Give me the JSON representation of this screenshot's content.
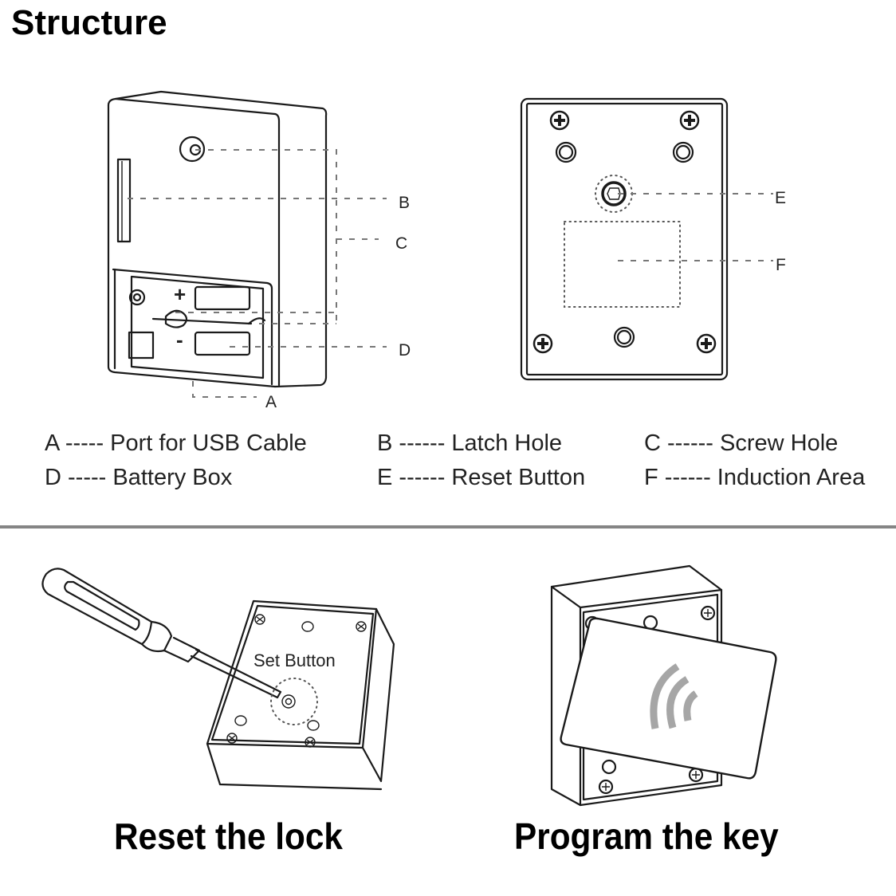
{
  "header": {
    "title": "Structure"
  },
  "front_view": {
    "callouts": [
      "B",
      "C",
      "D",
      "A"
    ],
    "polarity": {
      "plus": "+",
      "minus": "-"
    }
  },
  "back_view": {
    "callouts": [
      "E",
      "F"
    ]
  },
  "legend": {
    "items": [
      {
        "key": "A",
        "dashes": "-----",
        "text": "Port for USB Cable"
      },
      {
        "key": "B",
        "dashes": "------",
        "text": "Latch Hole"
      },
      {
        "key": "C",
        "dashes": "------",
        "text": "Screw Hole"
      },
      {
        "key": "D",
        "dashes": "-----",
        "text": "Battery Box"
      },
      {
        "key": "E",
        "dashes": "------",
        "text": "Reset Button"
      },
      {
        "key": "F",
        "dashes": "------",
        "text": "Induction Area"
      }
    ]
  },
  "reset_panel": {
    "annotation": "Set Button",
    "caption": "Reset the lock"
  },
  "program_panel": {
    "caption": "Program the key",
    "icon": "nfc-wave-icon",
    "icon_color": "#a6a6a6"
  },
  "colors": {
    "divider": "#858585",
    "callout_line": "#777777"
  }
}
